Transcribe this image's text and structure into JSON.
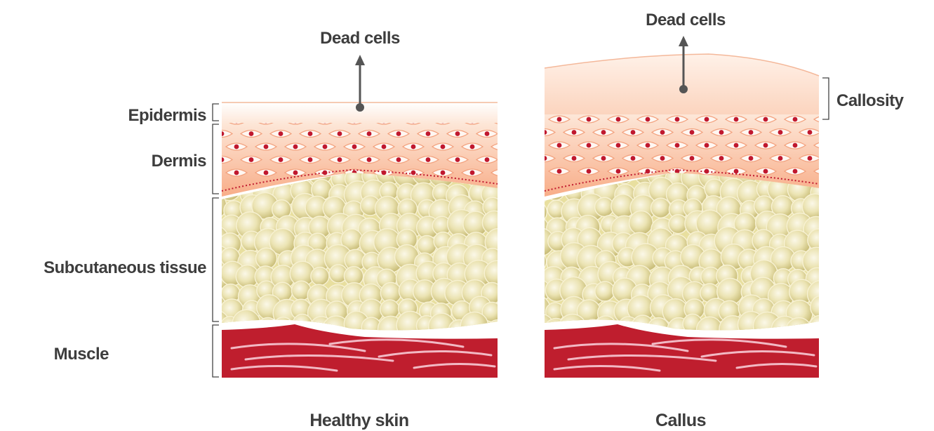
{
  "title": "",
  "panels": [
    {
      "caption": "Healthy skin",
      "arrow_label": "Dead cells"
    },
    {
      "caption": "Callus",
      "arrow_label": "Dead cells"
    }
  ],
  "left_labels": {
    "epidermis": "Epidermis",
    "dermis": "Dermis",
    "subcutaneous": "Subcutaneous tissue",
    "muscle": "Muscle"
  },
  "right_labels": {
    "callosity": "Callosity"
  },
  "colors": {
    "text": "#3d3d3d",
    "skin_light": "#fde4d4",
    "skin_mid": "#f9b896",
    "cell_dot": "#c0182e",
    "fat": "#e9e1ad",
    "muscle": "#bf1e2e",
    "muscle_fiber": "#f2b9c4"
  }
}
